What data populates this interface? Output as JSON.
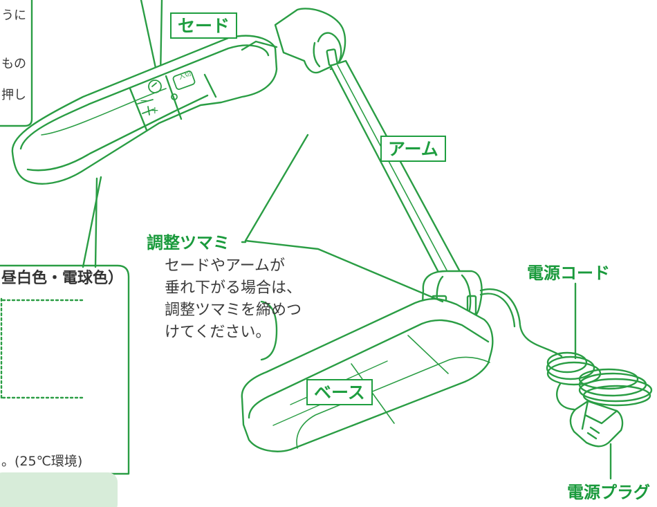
{
  "labels": {
    "shade": "セード",
    "arm": "アーム",
    "knob": "調整ツマミ",
    "base": "ベース",
    "power_cord": "電源コード",
    "power_plug": "電源プラグ"
  },
  "knob_note": [
    "セードやアームが",
    "垂れ下がる場合は、",
    "調整ツマミを締めつ",
    "けてください。"
  ],
  "left_panel": {
    "fragment_1": "うに",
    "fragment_2": "もの",
    "fragment_3": "押し",
    "color_heading": "昼白色・電球色）",
    "temp_note": "。(25℃環境)"
  },
  "shade_buttons": {
    "power": "入切",
    "minus": "−",
    "plus": "+"
  },
  "colors": {
    "line": "#2a9d44",
    "label_text": "#1a9a3c",
    "light_panel": "#d7ecd9"
  }
}
